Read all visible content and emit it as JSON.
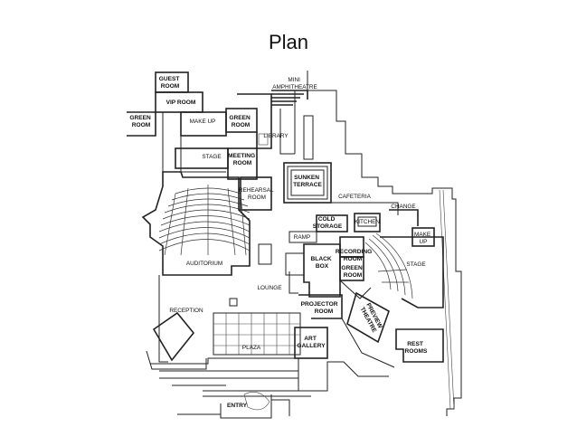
{
  "title": "Plan",
  "rooms": {
    "guest_room": [
      "GUEST",
      "ROOM"
    ],
    "vip_room": "VIP ROOM",
    "mini_amphitheatre": [
      "MINI",
      "AMPHITHEATRE"
    ],
    "green_room_left": [
      "GREEN",
      "ROOM"
    ],
    "make_up_left": "MAKE UP",
    "green_room_right": [
      "GREEN",
      "ROOM"
    ],
    "library": "LIBRARY",
    "stage_main": "STAGE",
    "meeting_room": [
      "MEETING",
      "ROOM"
    ],
    "sunken_terrace": [
      "SUNKEN",
      "TERRACE"
    ],
    "rehearsal_room": [
      "REHEARSAL",
      "ROOM"
    ],
    "cafeteria": "CAFETERIA",
    "change": "CHANGE",
    "cold_storage": [
      "COLD",
      "STORAGE"
    ],
    "kitchen": "KITCHEN",
    "make_up_right": [
      "MAKE",
      "UP"
    ],
    "ramp": "RAMP",
    "recording_room": [
      "RECORDING",
      "ROOM"
    ],
    "green_room_center": [
      "GREEN",
      "ROOM"
    ],
    "black_box": [
      "BLACK",
      "BOX"
    ],
    "stage_right": "STAGE",
    "auditorium": "AUDITORIUM",
    "lounge": "LOUNGE",
    "projector_room": [
      "PROJECTOR",
      "ROOM"
    ],
    "preview_theatre": [
      "PREVIEW",
      "THEATRE"
    ],
    "reception": "RECEPTION",
    "plaza": "PLAZA",
    "art_gallery": [
      "ART",
      "GALLERY"
    ],
    "rest_rooms": [
      "REST",
      "ROOMS"
    ],
    "entry": "ENTRY"
  }
}
